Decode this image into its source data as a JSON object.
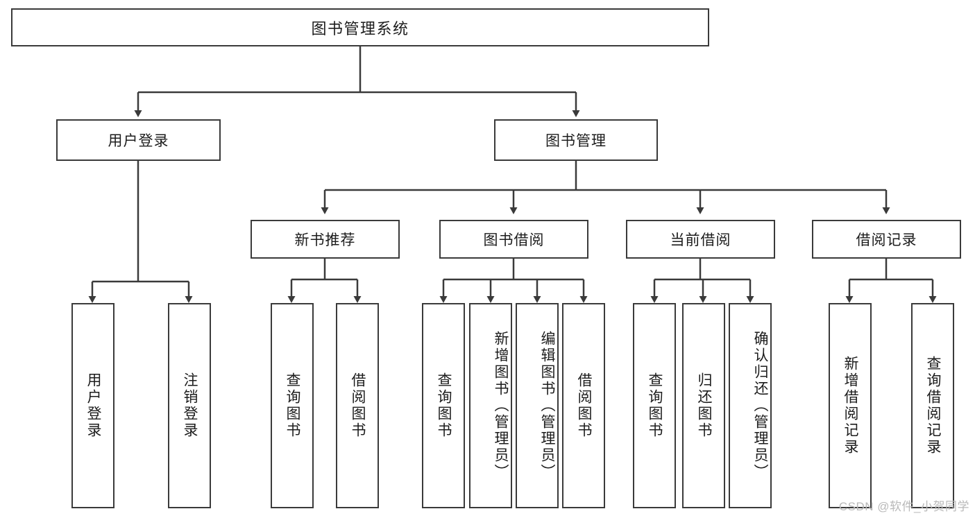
{
  "diagram": {
    "title": "图书管理系统",
    "root": {
      "label": "图书管理系统"
    },
    "level1": [
      {
        "label": "用户登录"
      },
      {
        "label": "图书管理"
      }
    ],
    "level2": [
      {
        "label": "新书推荐"
      },
      {
        "label": "图书借阅"
      },
      {
        "label": "当前借阅"
      },
      {
        "label": "借阅记录"
      }
    ],
    "leaves": {
      "user_login": [
        {
          "label": "用户登录"
        },
        {
          "label": "注销登录"
        }
      ],
      "new_book_recommend": [
        {
          "label": "查询图书"
        },
        {
          "label": "借阅图书"
        }
      ],
      "book_borrow": [
        {
          "label": "查询图书"
        },
        {
          "label": "新增图书（管理员）"
        },
        {
          "label": "编辑图书（管理员）"
        },
        {
          "label": "借阅图书"
        }
      ],
      "current_borrow": [
        {
          "label": "查询图书"
        },
        {
          "label": "归还图书"
        },
        {
          "label": "确认归还（管理员）"
        }
      ],
      "borrow_records": [
        {
          "label": "新增借阅记录"
        },
        {
          "label": "查询借阅记录"
        }
      ]
    }
  },
  "watermark": {
    "text": "CSDN @软件_小贺同学"
  },
  "colors": {
    "stroke": "#3a3a3a",
    "text": "#1c1c1c",
    "background": "#ffffff",
    "watermark": "#b9b9b9"
  }
}
